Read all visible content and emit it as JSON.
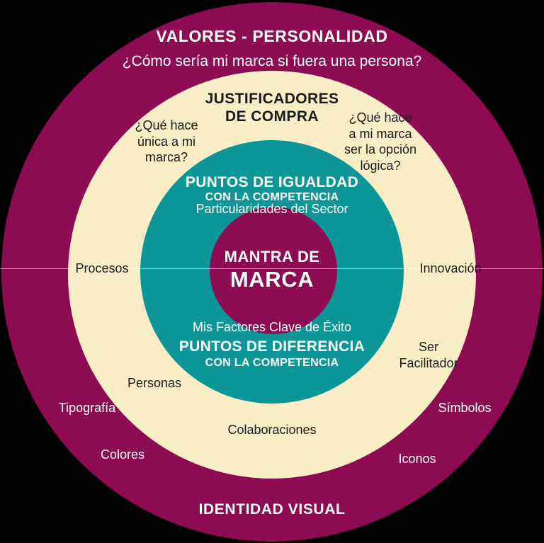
{
  "diagram": {
    "title": "VALORES - PERSONALIDAD",
    "colors": {
      "magenta": "#8c0b52",
      "cream": "#faeec7",
      "teal": "#0d9698",
      "background": "#000000",
      "white": "#ffffff",
      "dark_text": "#1a1a1a"
    }
  },
  "ring_outer": {
    "heading": "VALORES - PERSONALIDAD",
    "subheading": "¿Cómo sería mi marca si fuera una persona?",
    "bottom_heading": "IDENTIDAD VISUAL",
    "labels": {
      "tipografia": "Tipografía",
      "colores": "Colores",
      "simbolos": "Símbolos",
      "iconos": "Iconos"
    }
  },
  "ring_cream": {
    "heading_line1": "JUSTIFICADORES",
    "heading_line2": "DE COMPRA",
    "question_left": "¿Qué hace\núnica a mi\nmarca?",
    "question_right": "¿Qué hace\na mi marca\nser la opción\nlógica?",
    "labels": {
      "procesos": "Procesos",
      "innovacion": "Innovación",
      "ser_facilitador": "Ser\nFacilitador",
      "personas": "Personas",
      "colaboraciones": "Colaboraciones"
    }
  },
  "ring_teal": {
    "top_heading": "PUNTOS DE IGUALDAD",
    "top_subheading": "CON LA COMPETENCIA",
    "top_caption": "Particularidades del Sector",
    "bottom_caption": "Mis Factores Clave de Éxito",
    "bottom_heading": "PUNTOS DE DIFERENCIA",
    "bottom_subheading": "CON LA COMPETENCIA"
  },
  "core": {
    "line1": "MANTRA DE",
    "line2": "MARCA"
  }
}
